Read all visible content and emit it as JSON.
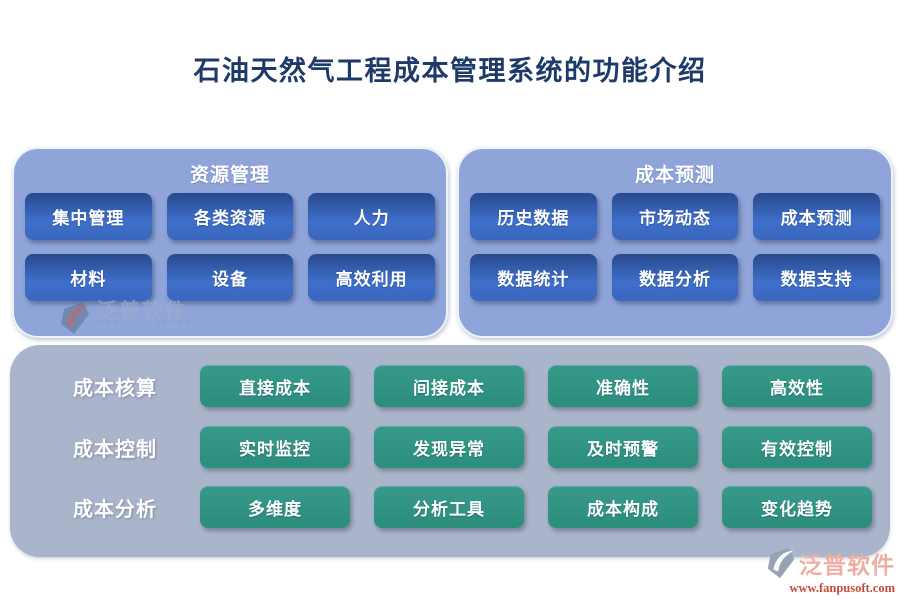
{
  "title": "石油天然气工程成本管理系统的功能介绍",
  "panels": [
    {
      "title": "资源管理",
      "items": [
        "集中管理",
        "各类资源",
        "人力",
        "材料",
        "设备",
        "高效利用"
      ]
    },
    {
      "title": "成本预测",
      "items": [
        "历史数据",
        "市场动态",
        "成本预测",
        "数据统计",
        "数据分析",
        "数据支持"
      ]
    }
  ],
  "matrix": {
    "rows": [
      {
        "label": "成本核算",
        "items": [
          "直接成本",
          "间接成本",
          "准确性",
          "高效性"
        ]
      },
      {
        "label": "成本控制",
        "items": [
          "实时监控",
          "发现异常",
          "及时预警",
          "有效控制"
        ]
      },
      {
        "label": "成本分析",
        "items": [
          "多维度",
          "分析工具",
          "成本构成",
          "变化趋势"
        ]
      }
    ]
  },
  "watermark_panel": {
    "brand": "泛普软件",
    "caption": "FANPU SOFTWARE"
  },
  "watermark_corner": {
    "brand": "泛普软件",
    "url": "www.fanpusoft.com"
  },
  "colors": {
    "title_text": "#1d3a69",
    "panel_bg": "#8fa5d9",
    "blue_button": "#3e6fca",
    "teal_button": "#2e9384",
    "bottom_panel_bg": "#aab4ca",
    "watermark_salmon": "#edafa4",
    "watermark_red": "#c64b3c"
  }
}
